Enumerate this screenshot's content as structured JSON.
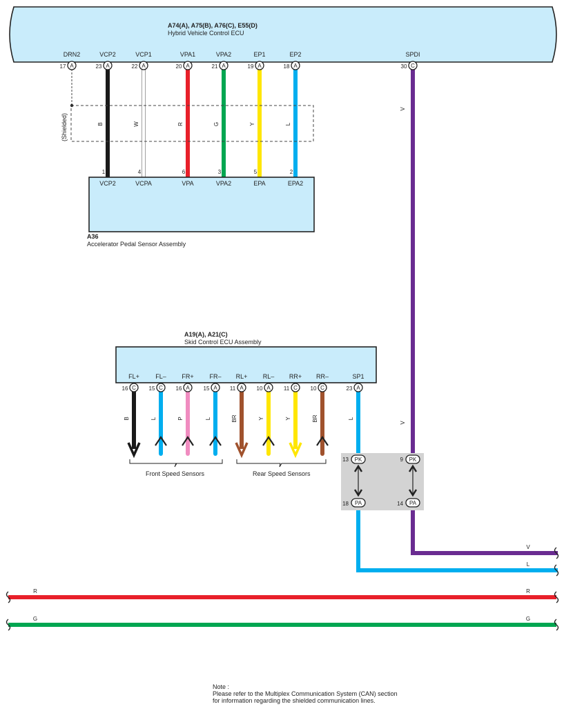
{
  "hv_ecu": {
    "code": "A74(A), A75(B), A76(C), E55(D)",
    "name": "Hybrid Vehicle Control ECU"
  },
  "hv_pins": [
    {
      "sig": "DRN2",
      "num": "17",
      "conn": "A",
      "color": "#111111",
      "letter": "",
      "shield": true
    },
    {
      "sig": "VCP2",
      "num": "23",
      "conn": "A",
      "color": "#1a1a1a",
      "letter": "B"
    },
    {
      "sig": "VCP1",
      "num": "22",
      "conn": "A",
      "color": "#ffffff",
      "letter": "W"
    },
    {
      "sig": "VPA1",
      "num": "20",
      "conn": "A",
      "color": "#e8202a",
      "letter": "R"
    },
    {
      "sig": "VPA2",
      "num": "21",
      "conn": "A",
      "color": "#00a651",
      "letter": "G"
    },
    {
      "sig": "EP1",
      "num": "19",
      "conn": "A",
      "color": "#ffe600",
      "letter": "Y"
    },
    {
      "sig": "EP2",
      "num": "18",
      "conn": "A",
      "color": "#00aeef",
      "letter": "L"
    },
    {
      "sig": "SPDI",
      "num": "30",
      "conn": "C",
      "color": "#6a2c91",
      "letter": "V"
    }
  ],
  "shield_label": "(Shielded)",
  "pedal": {
    "code": "A36",
    "name": "Accelerator Pedal Sensor Assembly",
    "pins": [
      {
        "sig": "VCP2",
        "num": "1"
      },
      {
        "sig": "VCPA",
        "num": "4"
      },
      {
        "sig": "VPA",
        "num": "6"
      },
      {
        "sig": "VPA2",
        "num": "3"
      },
      {
        "sig": "EPA",
        "num": "5"
      },
      {
        "sig": "EPA2",
        "num": "2"
      }
    ]
  },
  "skid_ecu": {
    "code": "A19(A), A21(C)",
    "name": "Skid Control ECU Assembly",
    "pins": [
      {
        "sig": "FL+",
        "num": "16",
        "conn": "C",
        "color": "#1a1a1a",
        "letter": "B",
        "dir": "down"
      },
      {
        "sig": "FL–",
        "num": "15",
        "conn": "C",
        "color": "#00aeef",
        "letter": "L",
        "dir": "up"
      },
      {
        "sig": "FR+",
        "num": "16",
        "conn": "A",
        "color": "#f08cc0",
        "letter": "P",
        "dir": "up"
      },
      {
        "sig": "FR–",
        "num": "15",
        "conn": "A",
        "color": "#00aeef",
        "letter": "L",
        "dir": "up"
      },
      {
        "sig": "RL+",
        "num": "11",
        "conn": "A",
        "color": "#a0522d",
        "letter": "BR",
        "dir": "down"
      },
      {
        "sig": "RL–",
        "num": "10",
        "conn": "A",
        "color": "#ffe600",
        "letter": "Y",
        "dir": "up"
      },
      {
        "sig": "RR+",
        "num": "11",
        "conn": "C",
        "color": "#ffe600",
        "letter": "Y",
        "dir": "down"
      },
      {
        "sig": "RR–",
        "num": "10",
        "conn": "C",
        "color": "#a0522d",
        "letter": "BR",
        "dir": "up"
      },
      {
        "sig": "SP1",
        "num": "23",
        "conn": "A",
        "color": "#00aeef",
        "letter": "L",
        "dir": "none"
      }
    ]
  },
  "front_sensors": "Front Speed Sensors",
  "rear_sensors": "Rear Speed Sensors",
  "junction": {
    "top": [
      {
        "num": "13",
        "conn": "PK"
      },
      {
        "num": "9",
        "conn": "PK"
      }
    ],
    "bottom": [
      {
        "num": "18",
        "conn": "PA"
      },
      {
        "num": "14",
        "conn": "PA"
      }
    ],
    "lower_letters": {
      "spdi": "V",
      "sp1": "L"
    }
  },
  "bus_lines": [
    {
      "letter": "V",
      "color": "#6a2c91"
    },
    {
      "letter": "L",
      "color": "#00aeef"
    },
    {
      "letter": "R",
      "color": "#e8202a"
    },
    {
      "letter": "G",
      "color": "#00a651"
    }
  ],
  "note": {
    "title": "Note :",
    "line1": "Please refer to the Multiplex Communication System (CAN) section",
    "line2": "for information regarding the shielded communication lines."
  }
}
